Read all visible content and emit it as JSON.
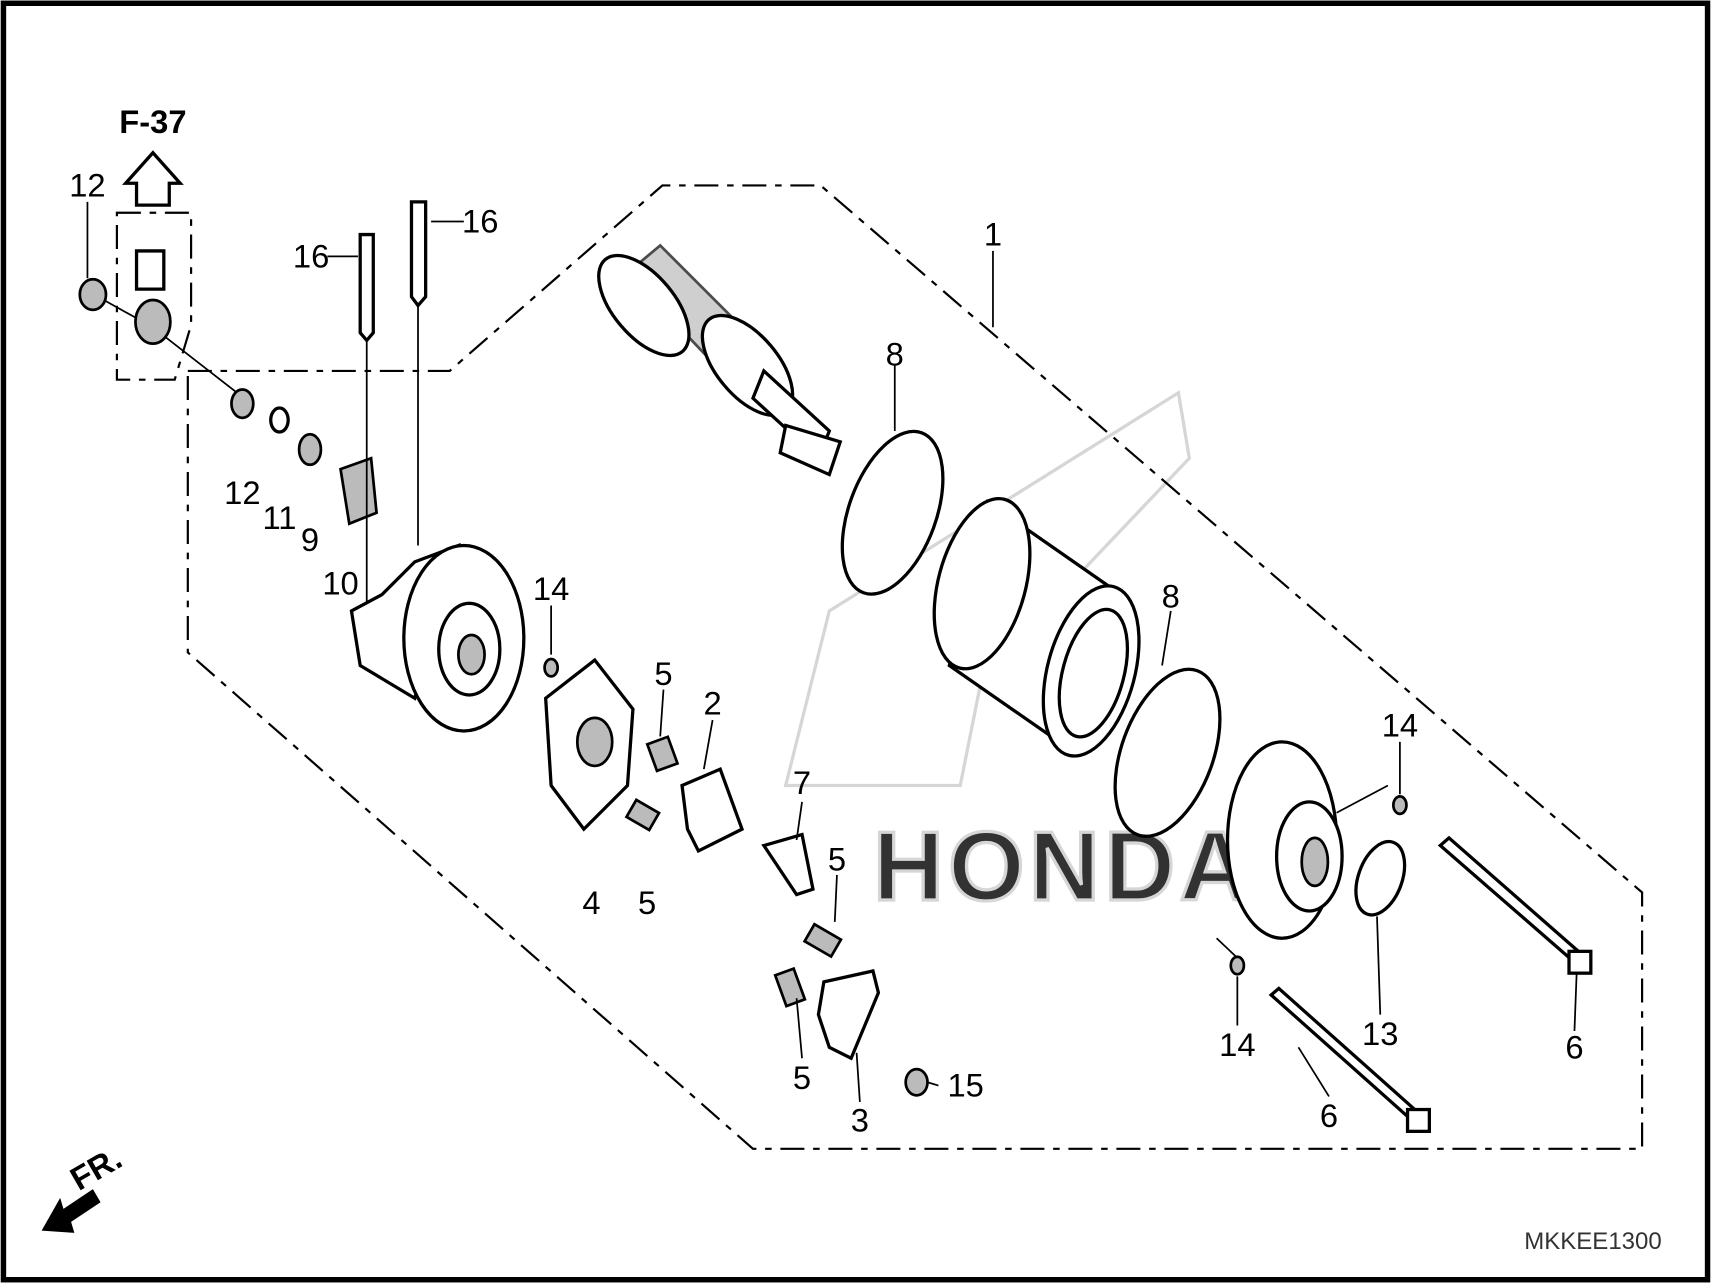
{
  "diagram": {
    "reference": "F-37",
    "front_marker": "FR.",
    "diagram_code": "MKKEE1300",
    "watermark": "HONDA",
    "callouts": [
      {
        "id": "c12a",
        "text": "12"
      },
      {
        "id": "c16a",
        "text": "16"
      },
      {
        "id": "c16b",
        "text": "16"
      },
      {
        "id": "c1",
        "text": "1"
      },
      {
        "id": "c8a",
        "text": "8"
      },
      {
        "id": "c12b",
        "text": "12"
      },
      {
        "id": "c11",
        "text": "11"
      },
      {
        "id": "c9",
        "text": "9"
      },
      {
        "id": "c10",
        "text": "10"
      },
      {
        "id": "c14a",
        "text": "14"
      },
      {
        "id": "c5a",
        "text": "5"
      },
      {
        "id": "c2",
        "text": "2"
      },
      {
        "id": "c7",
        "text": "7"
      },
      {
        "id": "c8b",
        "text": "8"
      },
      {
        "id": "c14b",
        "text": "14"
      },
      {
        "id": "c4",
        "text": "4"
      },
      {
        "id": "c5b",
        "text": "5"
      },
      {
        "id": "c5c",
        "text": "5"
      },
      {
        "id": "c5d",
        "text": "5"
      },
      {
        "id": "c3",
        "text": "3"
      },
      {
        "id": "c15",
        "text": "15"
      },
      {
        "id": "c14c",
        "text": "14"
      },
      {
        "id": "c13",
        "text": "13"
      },
      {
        "id": "c6a",
        "text": "6"
      },
      {
        "id": "c6b",
        "text": "6"
      }
    ]
  }
}
